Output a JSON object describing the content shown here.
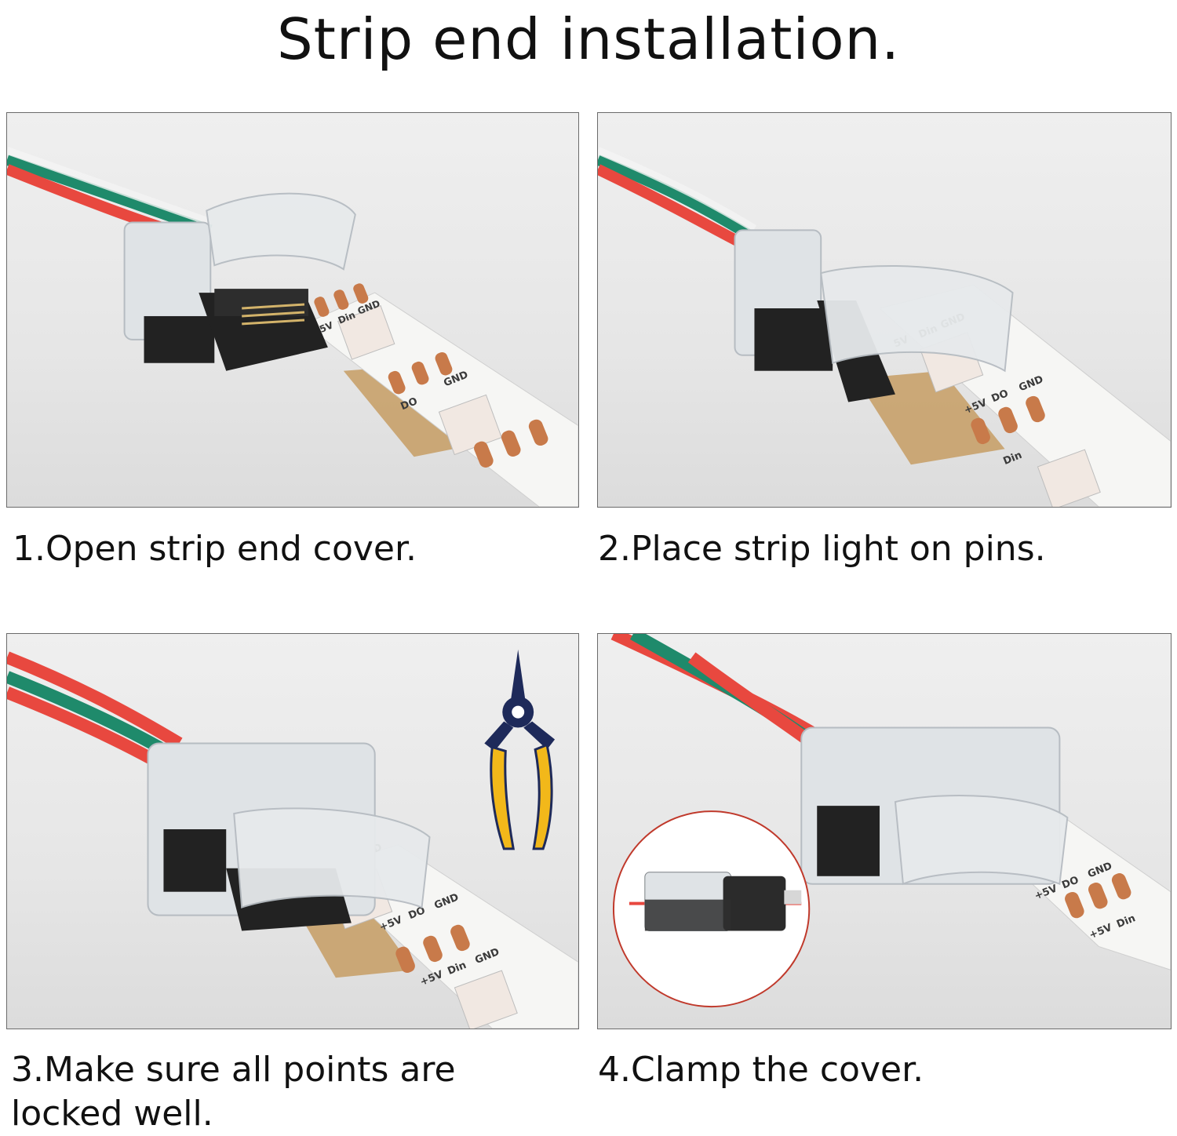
{
  "title": "Strip end installation.",
  "steps": [
    {
      "caption": "1.Open strip end cover."
    },
    {
      "caption": "2.Place strip light on pins."
    },
    {
      "caption": "3.Make sure all points are locked well."
    },
    {
      "caption": "4.Clamp the cover."
    }
  ],
  "strip_labels": {
    "plus5v": "+5V",
    "din": "Din",
    "gnd": "GND",
    "do": "DO",
    "pad_mark": "5V"
  },
  "colors": {
    "wire_red": "#e8483f",
    "wire_green": "#1f8a6b",
    "strip_white": "#f6f6f4",
    "copper_pad": "#c87a4a",
    "tape_tan": "#c8a16a",
    "connector_black": "#222222",
    "cover_clear": "#dfe3e6",
    "plier_navy": "#1e2a5a",
    "plier_yellow": "#f2b81a",
    "inset_circle": "#c0392b"
  },
  "icons": [
    "pliers-icon",
    "inset-detail-magnifier"
  ]
}
